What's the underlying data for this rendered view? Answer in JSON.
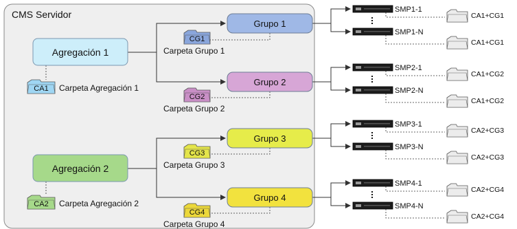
{
  "server": {
    "title": "CMS Servidor"
  },
  "aggregations": [
    {
      "label": "Agregación 1",
      "folder_tag": "CA1",
      "folder_caption": "Carpeta Agregación 1",
      "fill": "#cdeefa",
      "folder_fill": "#9fd6f3"
    },
    {
      "label": "Agregación 2",
      "folder_tag": "CA2",
      "folder_caption": "Carpeta Agregación 2",
      "fill": "#a6d98a",
      "folder_fill": "#a6d98a"
    }
  ],
  "groups": [
    {
      "label": "Grupo 1",
      "folder_tag": "CG1",
      "folder_caption": "Carpeta Grupo 1",
      "fill": "#9fb8e6",
      "folder_fill": "#8aa6dc",
      "players": [
        {
          "name": "SMP1-1",
          "folder": "CA1+CG1"
        },
        {
          "name": "SMP1-N",
          "folder": "CA1+CG1"
        }
      ]
    },
    {
      "label": "Grupo 2",
      "folder_tag": "CG2",
      "folder_caption": "Carpeta Grupo 2",
      "fill": "#d7a6d6",
      "folder_fill": "#c98fc6",
      "players": [
        {
          "name": "SMP2-1",
          "folder": "CA1+CG2"
        },
        {
          "name": "SMP2-N",
          "folder": "CA1+CG2"
        }
      ]
    },
    {
      "label": "Grupo 3",
      "folder_tag": "CG3",
      "folder_caption": "Carpeta Grupo 3",
      "fill": "#e6ec4a",
      "folder_fill": "#e4e54a",
      "players": [
        {
          "name": "SMP3-1",
          "folder": "CA2+CG3"
        },
        {
          "name": "SMP3-N",
          "folder": "CA2+CG3"
        }
      ]
    },
    {
      "label": "Grupo 4",
      "folder_tag": "CG4",
      "folder_caption": "Carpeta Grupo 4",
      "fill": "#f2e23e",
      "folder_fill": "#ecd83a",
      "players": [
        {
          "name": "SMP4-1",
          "folder": "CA2+CG4"
        },
        {
          "name": "SMP4-N",
          "folder": "CA2+CG4"
        }
      ]
    }
  ],
  "colors": {
    "panel": "#efefef",
    "panel_border": "#8a8a8a",
    "line": "#333333",
    "player_folder": "#ececec"
  }
}
